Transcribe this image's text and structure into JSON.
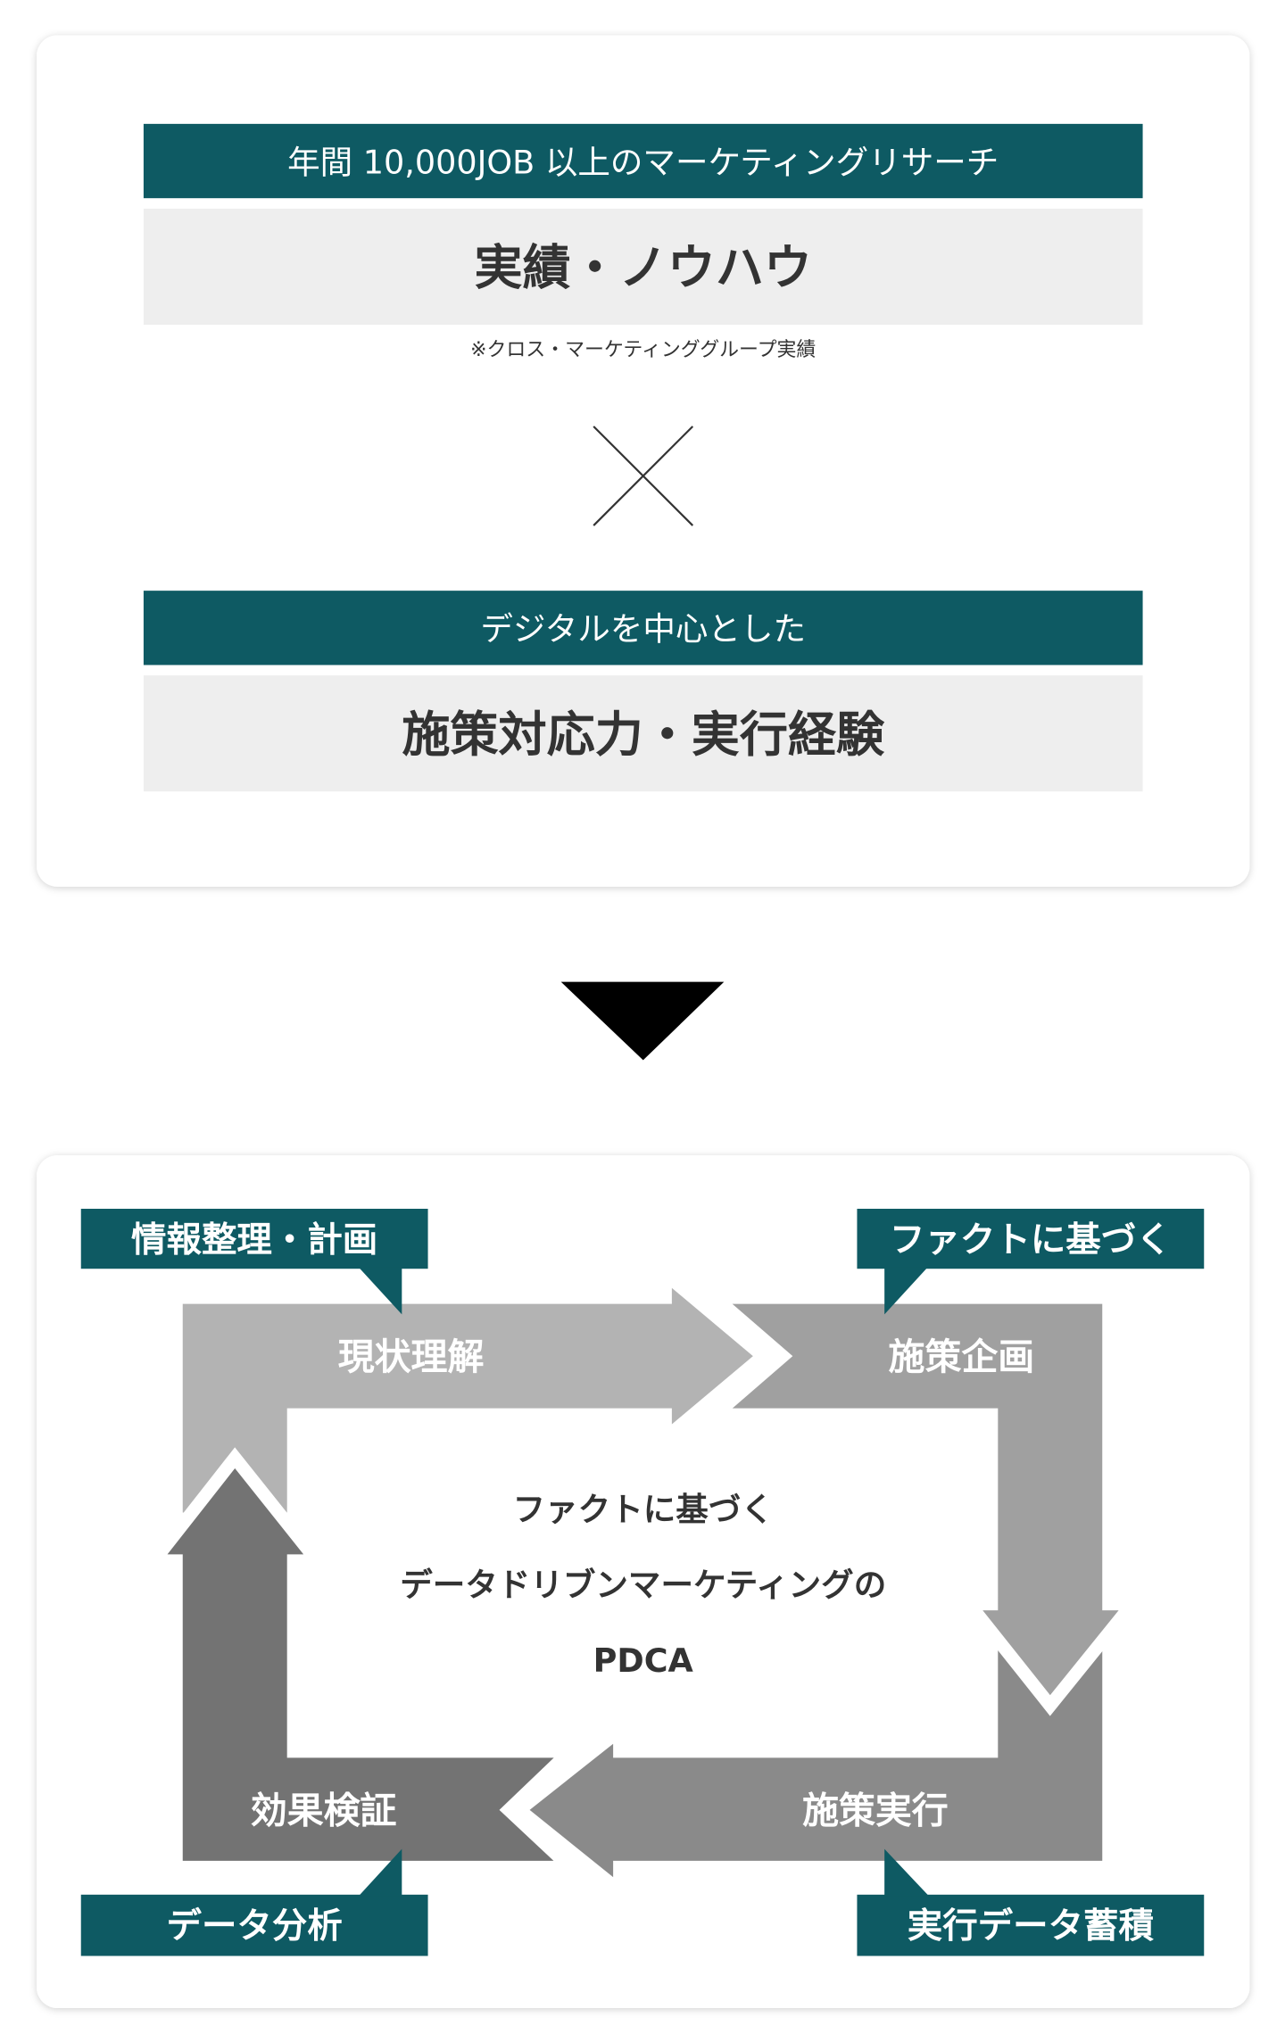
{
  "top_card": {
    "research_bar": "年間 10,000JOB 以上のマーケティングリサーチ",
    "research_box": "実績・ノウハウ",
    "note": "※クロス・マーケティンググループ実績",
    "digital_bar": "デジタルを中心とした",
    "digital_box": "施策対応力・実行経験"
  },
  "pdca": {
    "stages": {
      "understand": "現状理解",
      "plan": "施策企画",
      "do": "施策実行",
      "check": "効果検証"
    },
    "callouts": {
      "top_left": "情報整理・計画",
      "top_right": "ファクトに基づく",
      "bottom_left": "データ分析",
      "bottom_right": "実行データ蓄積"
    },
    "center": {
      "line1": "ファクトに基づく",
      "line2": "データドリブンマーケティングの",
      "line3": "PDCA"
    }
  },
  "colors": {
    "teal": "#0e5a63",
    "box_gray": "#eeeeee",
    "stage_understand": "#b3b3b3",
    "stage_plan": "#a0a0a0",
    "stage_do": "#8a8a8a",
    "stage_check": "#737373"
  }
}
